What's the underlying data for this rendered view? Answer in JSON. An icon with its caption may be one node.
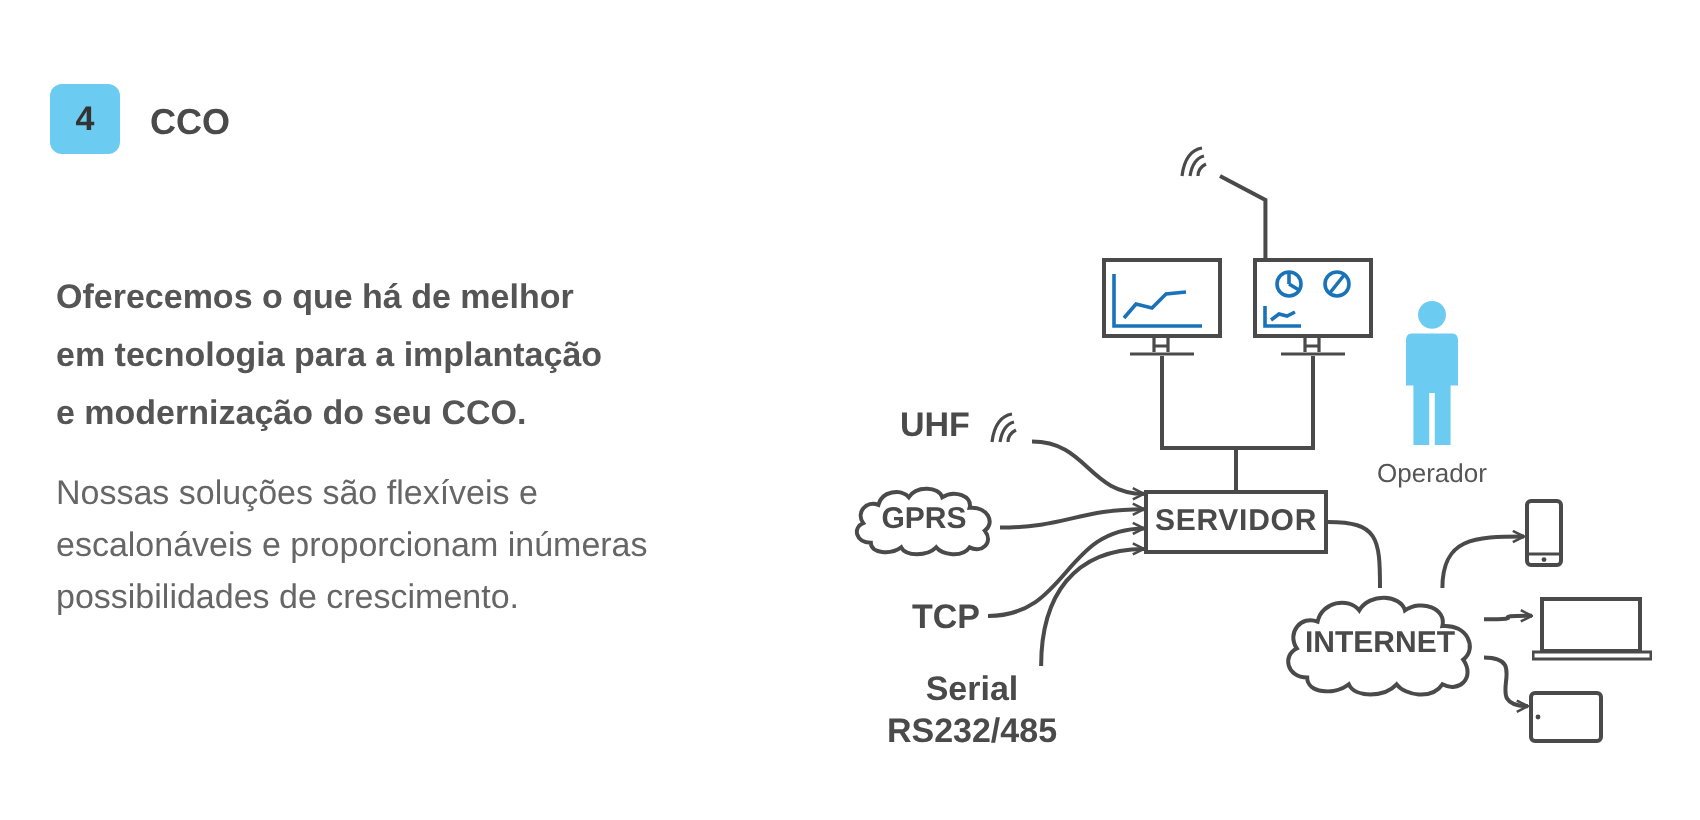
{
  "diagram": {
    "title": "CCO",
    "nodes": [
      {
        "text": [
          "4"
        ]
      },
      {
        "text": [
          "UHF"
        ]
      },
      {
        "text": [
          "GPRS"
        ]
      },
      {
        "text": [
          "TCP"
        ]
      },
      {
        "text": [
          "Serial RS232/485"
        ]
      },
      {
        "text": [
          "SERVIDOR"
        ]
      },
      {
        "text": [],
        "shape": "monitor"
      },
      {
        "text": [],
        "shape": "monitor"
      },
      {
        "text": [],
        "shape": "antenna"
      },
      {
        "text": [
          "Operador"
        ]
      },
      {
        "text": [
          "INTERNET"
        ]
      },
      {
        "text": [],
        "shape": "phone"
      },
      {
        "text": [],
        "shape": "laptop"
      },
      {
        "text": [],
        "shape": "tablet"
      }
    ],
    "edges": [
      {
        "from": 1,
        "to": 5,
        "arrow": "to"
      },
      {
        "from": 2,
        "to": 5,
        "arrow": "to"
      },
      {
        "from": 3,
        "to": 5,
        "arrow": "to"
      },
      {
        "from": 4,
        "to": 5,
        "arrow": "to"
      },
      {
        "from": 6,
        "to": 5,
        "arrow": "none"
      },
      {
        "from": 7,
        "to": 5,
        "arrow": "none"
      },
      {
        "from": 5,
        "to": 10,
        "arrow": "none"
      },
      {
        "from": 10,
        "to": 11,
        "arrow": "to"
      },
      {
        "from": 10,
        "to": 12,
        "arrow": "to"
      },
      {
        "from": 10,
        "to": 13,
        "arrow": "to"
      },
      {
        "from": 8,
        "to": 7,
        "arrow": "none"
      }
    ],
    "labels": [
      "Oferecemos o que há de melhor em tecnologia para a implantação e modernização do seu CCO.",
      "Nossas soluções são flexíveis e escalonáveis e proporcionam inúmeras possibilidades de crescimento."
    ]
  }
}
